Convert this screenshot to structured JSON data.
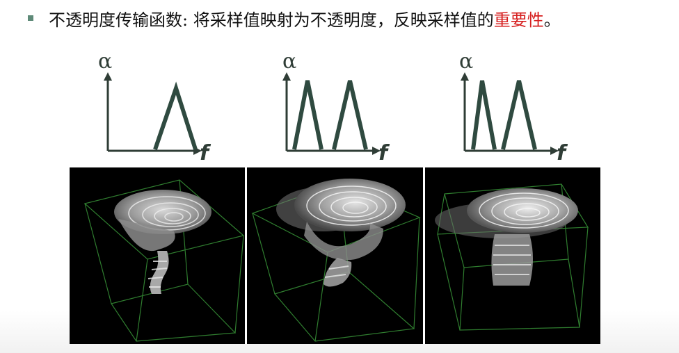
{
  "slide": {
    "bullet_main": "不透明度传输函数: 将采样值映射为不透明度，反映采样值的",
    "bullet_highlight": "重要性",
    "bullet_end": "。",
    "accent_color": "#d61f1f",
    "bullet_color": "#5e8a78"
  },
  "transfer_functions": [
    {
      "y_label": "α",
      "x_label": "f",
      "peaks": 1
    },
    {
      "y_label": "α",
      "x_label": "f",
      "peaks": 2
    },
    {
      "y_label": "α",
      "x_label": "f",
      "peaks": 2
    }
  ]
}
